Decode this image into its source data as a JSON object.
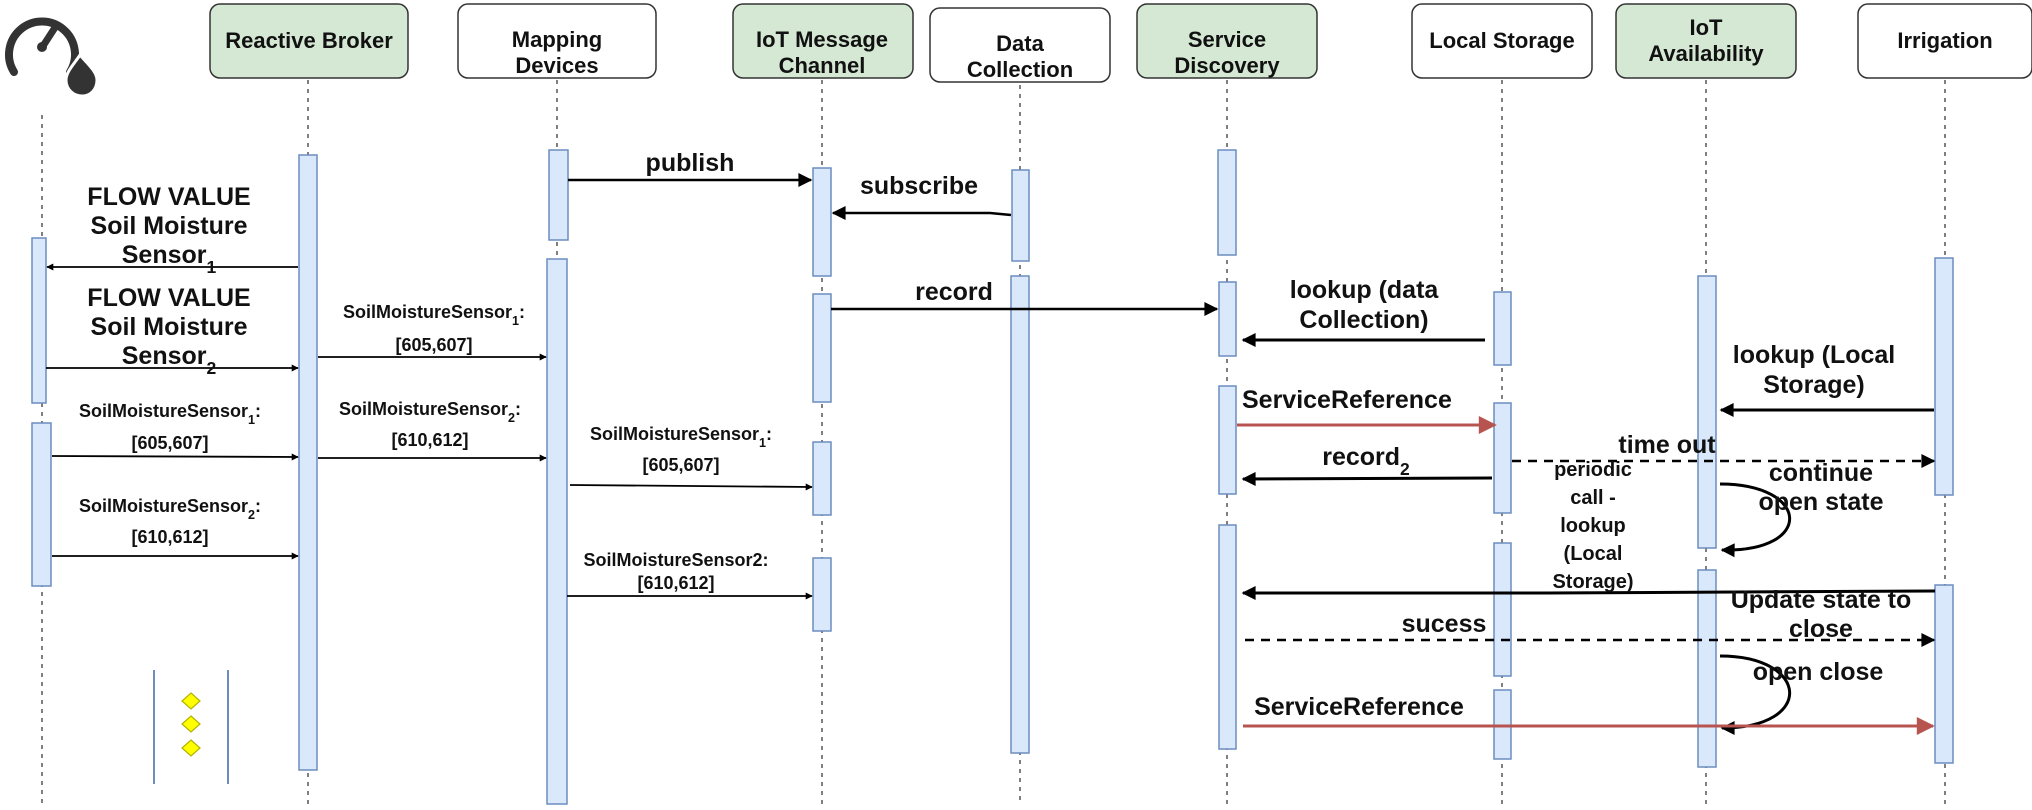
{
  "colors": {
    "activation_fill": "#dae8fc",
    "activation_stroke": "#6c8ebf",
    "green_fill": "#d5e8d4",
    "box_stroke": "#333333",
    "red_arrow": "#b85450",
    "black": "#000000"
  },
  "icons": {
    "top_left": "soil-moisture-gauge-icon",
    "bottom_left": "decision-diamonds-icon"
  },
  "participants": [
    {
      "id": "moisture-gauge",
      "label_lines": []
    },
    {
      "id": "reactive-broker",
      "label_lines": [
        "Reactive Broker"
      ]
    },
    {
      "id": "mapping-devices",
      "label_lines": [
        "Mapping",
        "Devices"
      ]
    },
    {
      "id": "iot-message-channel",
      "label_lines": [
        "IoT Message",
        "Channel"
      ]
    },
    {
      "id": "data-collection",
      "label_lines": [
        "Data",
        "Collection"
      ]
    },
    {
      "id": "service-discovery",
      "label_lines": [
        "Service",
        "Discovery"
      ]
    },
    {
      "id": "local-storage",
      "label_lines": [
        "Local Storage"
      ]
    },
    {
      "id": "iot-availability",
      "label_lines": [
        "IoT",
        "Availability"
      ]
    },
    {
      "id": "irrigation",
      "label_lines": [
        "Irrigation"
      ]
    }
  ],
  "messages": [
    {
      "id": "publish",
      "lines": [
        [
          {
            "t": "publish"
          }
        ]
      ]
    },
    {
      "id": "subscribe",
      "lines": [
        [
          {
            "t": "subscribe"
          }
        ]
      ]
    },
    {
      "id": "flow-value-1",
      "lines": [
        [
          {
            "t": "FLOW VALUE"
          }
        ],
        [
          {
            "t": "Soil Moisture"
          }
        ],
        [
          {
            "t": "Sensor"
          },
          {
            "t": "1",
            "sub": true
          }
        ]
      ]
    },
    {
      "id": "flow-value-2",
      "lines": [
        [
          {
            "t": "FLOW VALUE"
          }
        ],
        [
          {
            "t": "Soil Moisture"
          }
        ],
        [
          {
            "t": "Sensor"
          },
          {
            "t": "2",
            "sub": true
          }
        ]
      ]
    },
    {
      "id": "record",
      "lines": [
        [
          {
            "t": "record"
          }
        ]
      ]
    },
    {
      "id": "broker-to-mapping-1",
      "lines": [
        [
          {
            "t": "SoilMoistureSensor"
          },
          {
            "t": "1",
            "sub": true
          },
          {
            "t": ":"
          }
        ],
        [
          {
            "t": "[605,607]"
          }
        ]
      ]
    },
    {
      "id": "broker-to-mapping-2",
      "lines": [
        [
          {
            "t": "SoilMoistureSensor"
          },
          {
            "t": "2",
            "sub": true
          },
          {
            "t": ":"
          }
        ],
        [
          {
            "t": "[610,612]"
          }
        ]
      ]
    },
    {
      "id": "gauge-to-broker-1",
      "lines": [
        [
          {
            "t": "SoilMoistureSensor"
          },
          {
            "t": "1",
            "sub": true
          },
          {
            "t": ":"
          }
        ],
        [
          {
            "t": "[605,607]"
          }
        ]
      ]
    },
    {
      "id": "gauge-to-broker-2",
      "lines": [
        [
          {
            "t": "SoilMoistureSensor"
          },
          {
            "t": "2",
            "sub": true
          },
          {
            "t": ":"
          }
        ],
        [
          {
            "t": "[610,612]"
          }
        ]
      ]
    },
    {
      "id": "mapping-to-channel-1",
      "lines": [
        [
          {
            "t": "SoilMoistureSensor"
          },
          {
            "t": "1",
            "sub": true
          },
          {
            "t": ":"
          }
        ],
        [
          {
            "t": "[605,607]"
          }
        ]
      ]
    },
    {
      "id": "mapping-to-channel-2",
      "lines": [
        [
          {
            "t": "SoilMoistureSensor2:"
          }
        ],
        [
          {
            "t": "[610,612]"
          }
        ]
      ]
    },
    {
      "id": "lookup-data-collection",
      "lines": [
        [
          {
            "t": "lookup (data"
          }
        ],
        [
          {
            "t": "Collection)"
          }
        ]
      ]
    },
    {
      "id": "lookup-local-storage",
      "lines": [
        [
          {
            "t": "lookup (Local"
          }
        ],
        [
          {
            "t": "Storage)"
          }
        ]
      ]
    },
    {
      "id": "service-reference-1",
      "lines": [
        [
          {
            "t": "ServiceReference"
          }
        ]
      ]
    },
    {
      "id": "record-2",
      "lines": [
        [
          {
            "t": "record"
          },
          {
            "t": "2",
            "sub": true
          }
        ]
      ]
    },
    {
      "id": "time-out",
      "lines": [
        [
          {
            "t": "time out"
          }
        ]
      ]
    },
    {
      "id": "continue-open-state",
      "lines": [
        [
          {
            "t": "continue"
          }
        ],
        [
          {
            "t": "open state"
          }
        ]
      ]
    },
    {
      "id": "periodic-call",
      "lines": [
        [
          {
            "t": "periodic"
          }
        ],
        [
          {
            "t": "call -"
          }
        ],
        [
          {
            "t": "lookup"
          }
        ],
        [
          {
            "t": "(Local"
          }
        ],
        [
          {
            "t": "Storage)"
          }
        ]
      ]
    },
    {
      "id": "update-state",
      "lines": [
        [
          {
            "t": "Update state to"
          }
        ],
        [
          {
            "t": "close"
          }
        ]
      ]
    },
    {
      "id": "sucess",
      "lines": [
        [
          {
            "t": "sucess"
          }
        ]
      ]
    },
    {
      "id": "open-close",
      "lines": [
        [
          {
            "t": "open close"
          }
        ]
      ]
    },
    {
      "id": "service-reference-2",
      "lines": [
        [
          {
            "t": "ServiceReference"
          }
        ]
      ]
    }
  ]
}
